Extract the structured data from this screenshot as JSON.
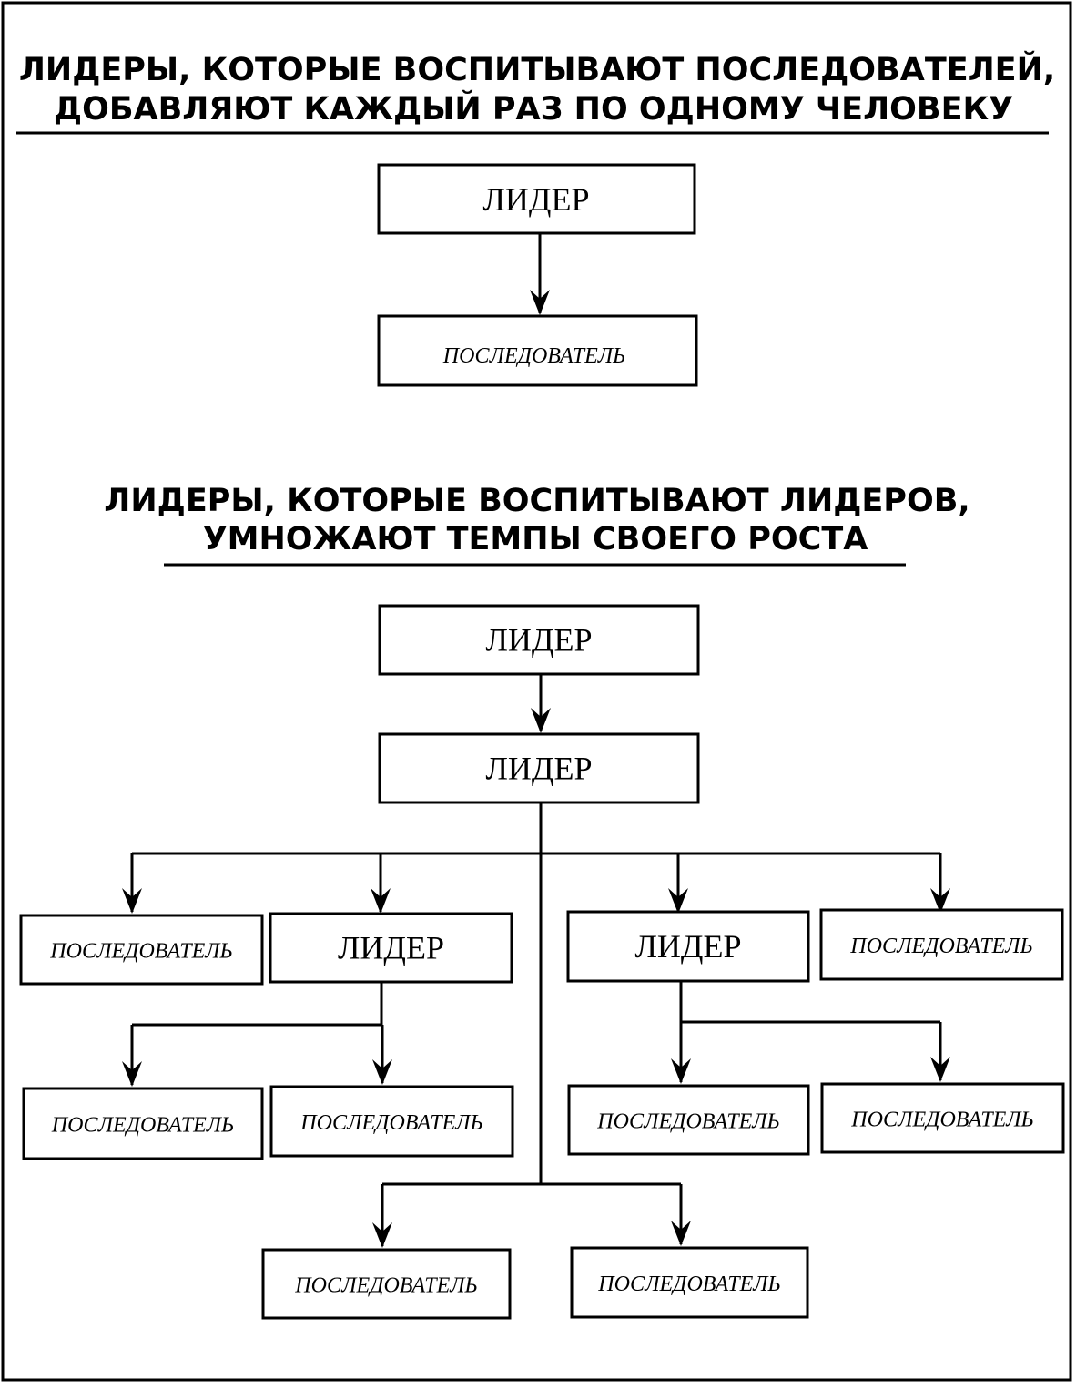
{
  "section1": {
    "title_line1": "ЛИДЕРЫ, КОТОРЫЕ ВОСПИТЫВАЮТ ПОСЛЕДОВАТЕЛЕЙ,",
    "title_line2": "ДОБАВЛЯЮТ КАЖДЫЙ РАЗ ПО ОДНОМУ ЧЕЛОВЕКУ",
    "leader": "ЛИДЕР",
    "follower": "ПОСЛЕДОВАТЕЛЬ"
  },
  "section2": {
    "title_line1": "ЛИДЕРЫ, КОТОРЫЕ ВОСПИТЫВАЮТ ЛИДЕРОВ,",
    "title_line2": "УМНОЖАЮТ ТЕМПЫ СВОЕГО РОСТА",
    "leader": "ЛИДЕР",
    "follower": "ПОСЛЕДОВАТЕЛЬ"
  }
}
